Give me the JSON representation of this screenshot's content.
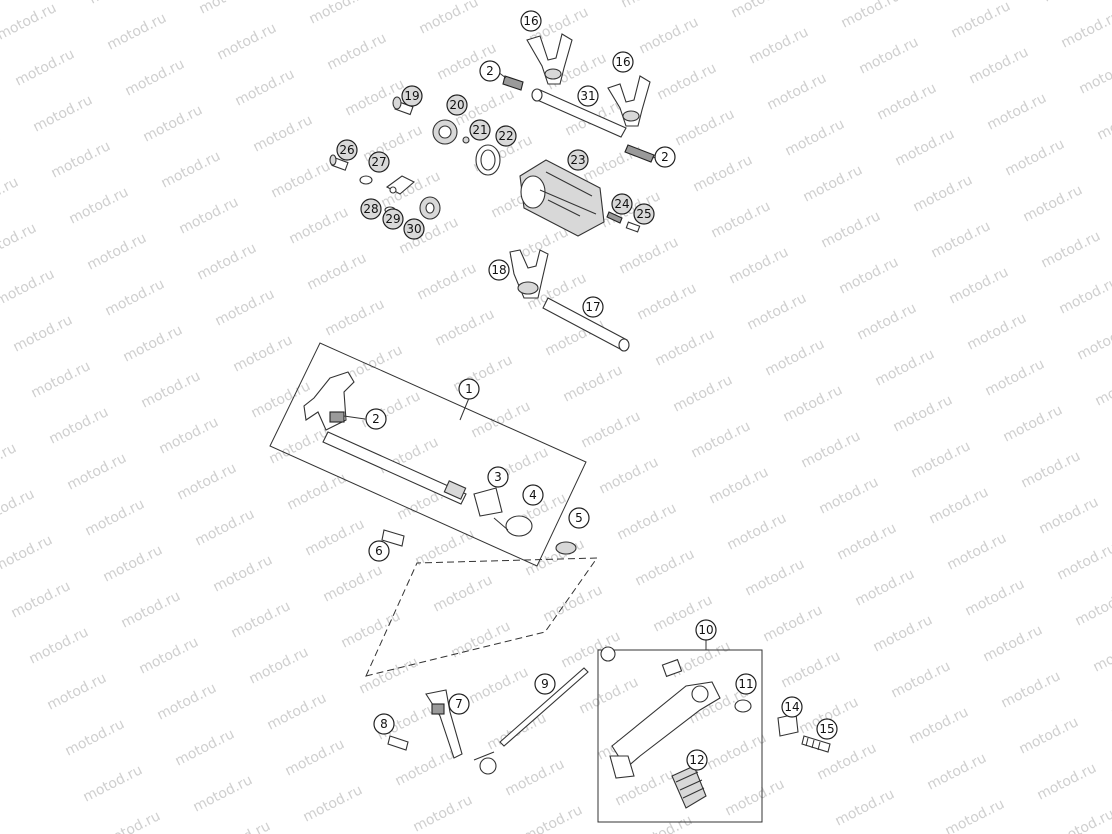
{
  "watermark": "motod.ru",
  "callouts": {
    "c1": "1",
    "c2a": "2",
    "c2b": "2",
    "c2c": "2",
    "c3": "3",
    "c4": "4",
    "c5": "5",
    "c6": "6",
    "c7": "7",
    "c8": "8",
    "c9": "9",
    "c10": "10",
    "c11": "11",
    "c12": "12",
    "c14": "14",
    "c15": "15",
    "c16a": "16",
    "c16b": "16",
    "c17": "17",
    "c18": "18",
    "c19": "19",
    "c20": "20",
    "c21": "21",
    "c22": "22",
    "c23": "23",
    "c24": "24",
    "c25": "25",
    "c26": "26",
    "c27": "27",
    "c28": "28",
    "c29": "29",
    "c30": "30",
    "c31": "31"
  }
}
